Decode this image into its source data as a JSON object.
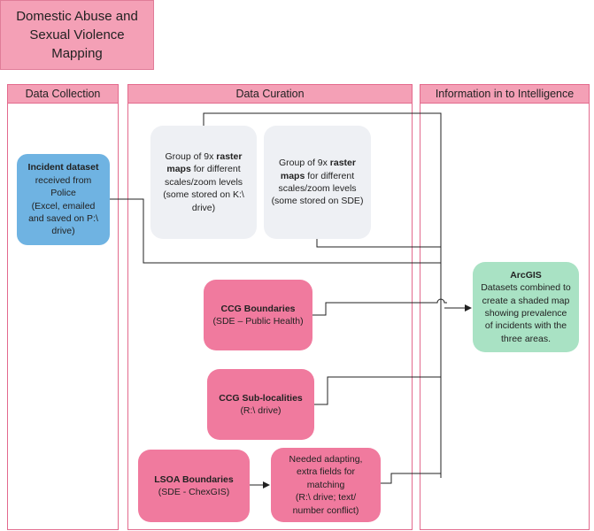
{
  "title": {
    "line1": "Domestic Abuse and",
    "line2": "Sexual Violence Mapping"
  },
  "lanes": {
    "collection": "Data Collection",
    "curation": "Data Curation",
    "intelligence": "Information in to Intelligence"
  },
  "nodes": {
    "incident": {
      "bold": "Incident dataset",
      "l1": "received from",
      "l2": "Police",
      "l3": "(Excel, emailed",
      "l4": "and saved on P:\\",
      "l5": "drive)"
    },
    "raster1": {
      "l1a": "Group of 9x ",
      "l1b": "raster",
      "l2": "maps",
      "l2b": " for different",
      "l3": "scales/zoom levels",
      "l4": "(some stored on K:\\",
      "l5": "drive)"
    },
    "raster2": {
      "l1": "Group of 9x ",
      "l1b": "raster",
      "l2a": "maps",
      "l2b": " for different",
      "l3": "scales/zoom levels",
      "l4": "(some stored on SDE)"
    },
    "ccg_boundaries": {
      "bold": "CCG Boundaries",
      "l1": "(SDE – Public Health)"
    },
    "ccg_sub": {
      "bold": "CCG Sub-localities",
      "l1": "(R:\\ drive)"
    },
    "lsoa": {
      "bold": "LSOA Boundaries",
      "l1": "(SDE - ChexGIS)"
    },
    "adapting": {
      "l1": "Needed adapting,",
      "l2": "extra fields for",
      "l3": "matching",
      "l4": "(R:\\ drive; text/",
      "l5": "number conflict)"
    },
    "arcgis": {
      "bold": "ArcGIS",
      "l1": "Datasets combined to",
      "l2": "create a shaded map",
      "l3": "showing prevalence",
      "l4": "of incidents with the",
      "l5": "three areas."
    }
  },
  "colors": {
    "lane_border": "#e36a8d",
    "lane_header": "#f4a0b6",
    "pink_node": "#f07a9e",
    "blue_node": "#6fb3e2",
    "grey_node": "#eef0f4",
    "green_node": "#a9e2c4"
  }
}
